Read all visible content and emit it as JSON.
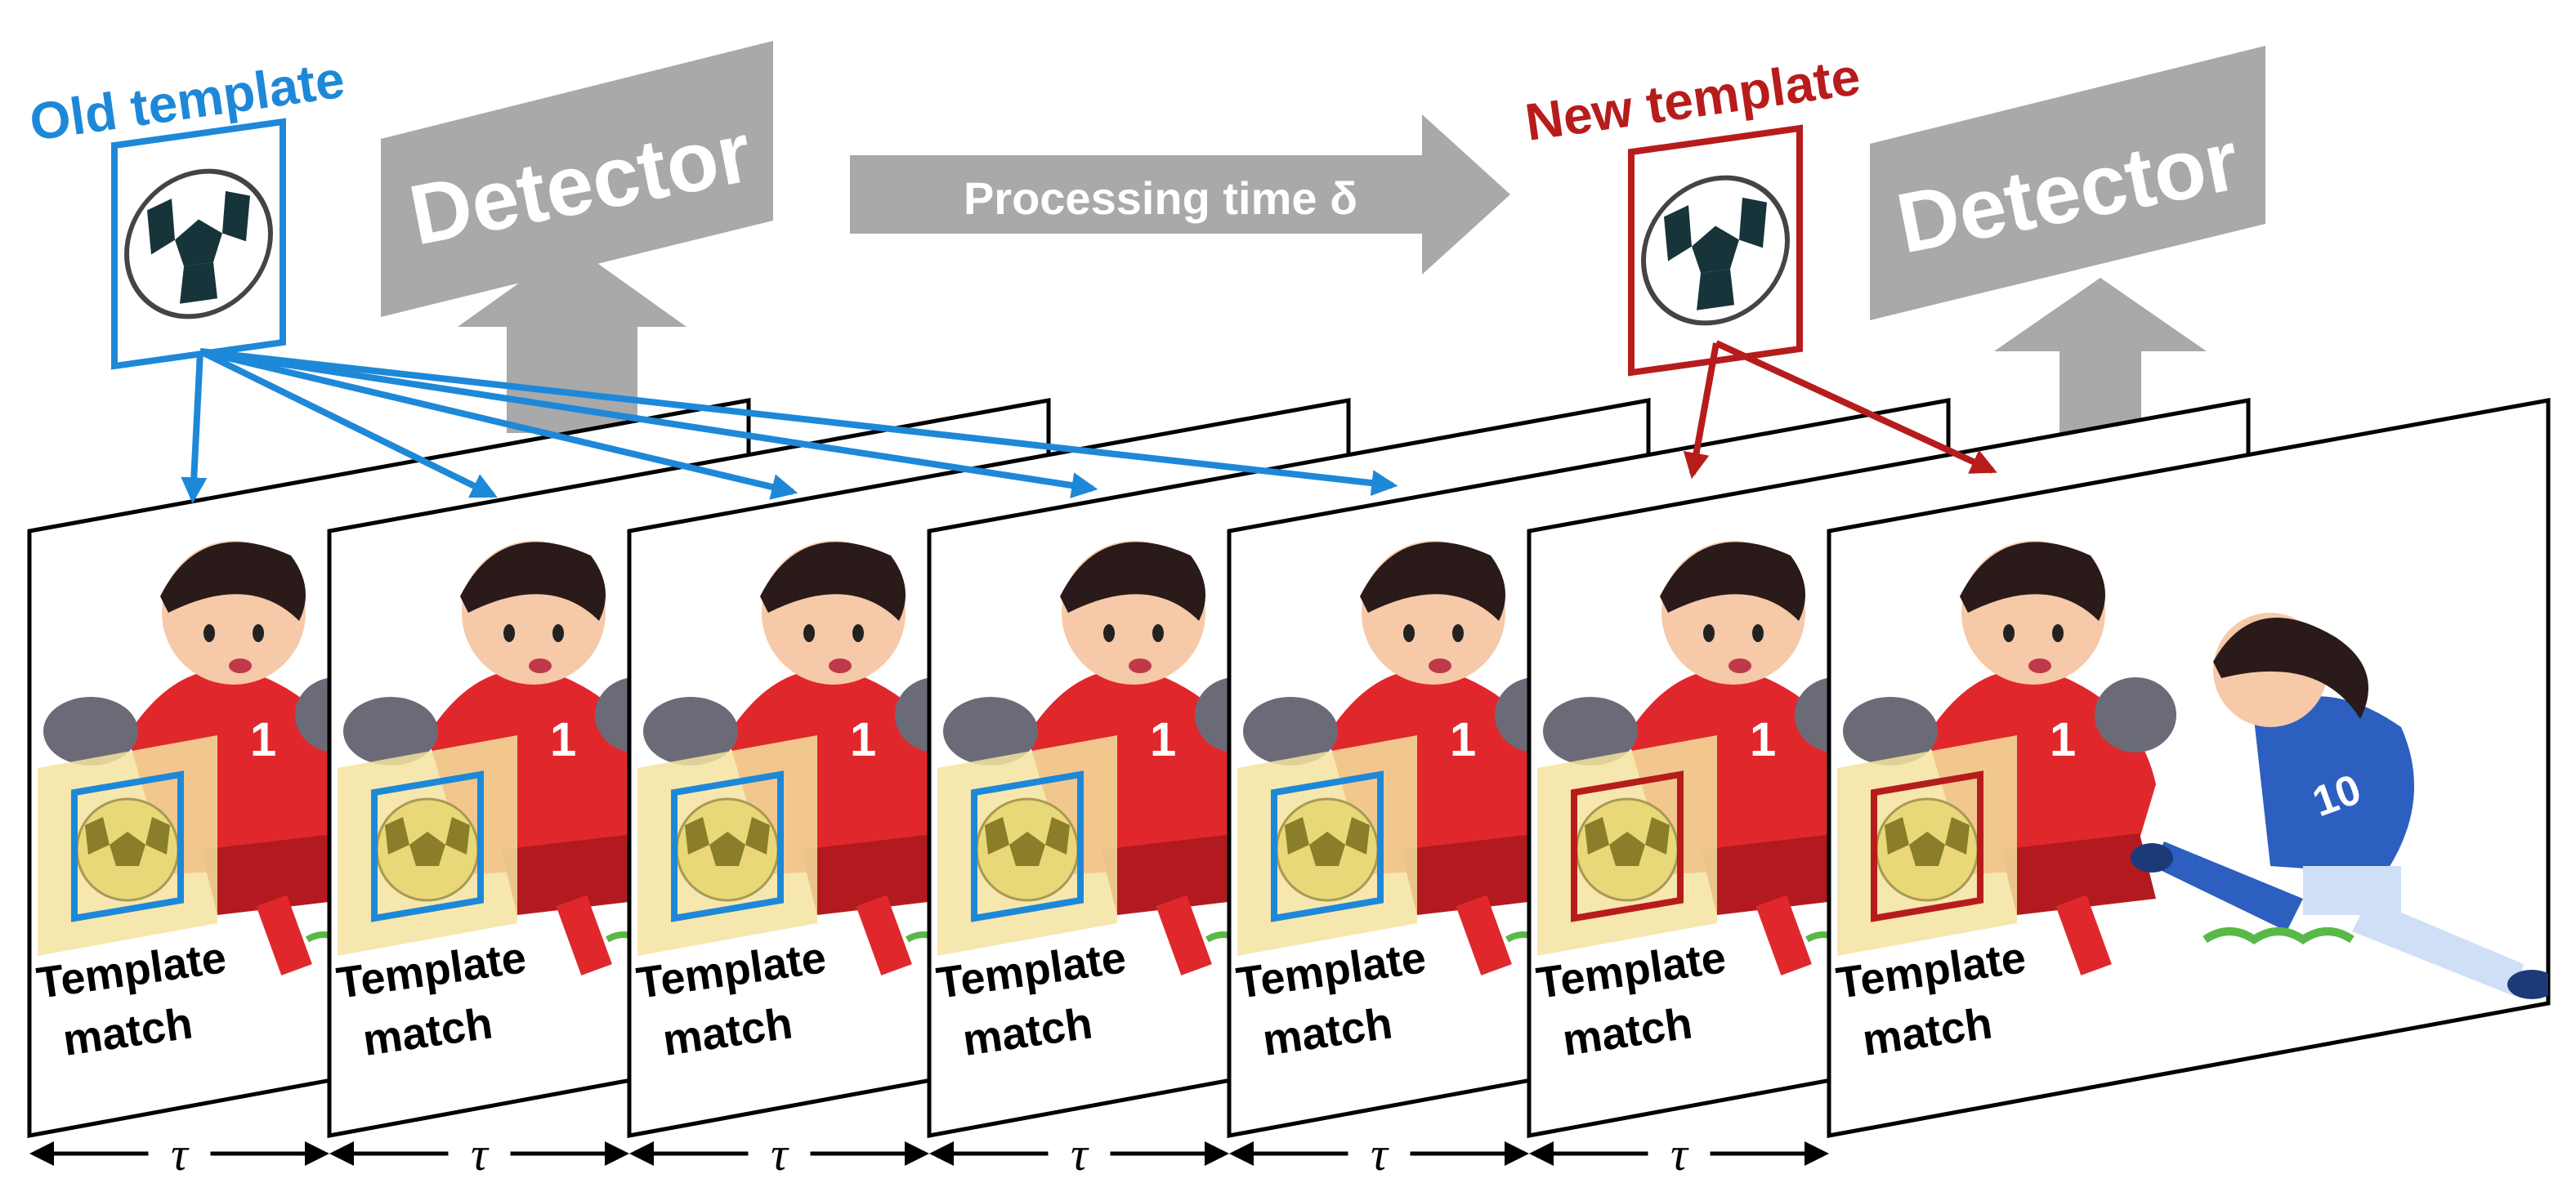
{
  "title_old": "Old template",
  "title_new": "New template",
  "detector_label": "Detector",
  "processing_label": "Processing time δ",
  "interval_symbol": "τ",
  "frame_label_line1": "Template",
  "frame_label_line2": "match",
  "frames": [
    {
      "template": "old",
      "kicker": false
    },
    {
      "template": "old",
      "kicker": false
    },
    {
      "template": "old",
      "kicker": false
    },
    {
      "template": "old",
      "kicker": false
    },
    {
      "template": "old",
      "kicker": false
    },
    {
      "template": "new",
      "kicker": false
    },
    {
      "template": "new",
      "kicker": true
    }
  ],
  "colors": {
    "old": "#1e88d8",
    "new": "#b71c1c",
    "detector": "#a9a9a9",
    "highlight": "#f5e3a0",
    "ball": "#e8d878",
    "jersey_red": "#e0282c",
    "jersey_blue": "#2d5fc0"
  }
}
